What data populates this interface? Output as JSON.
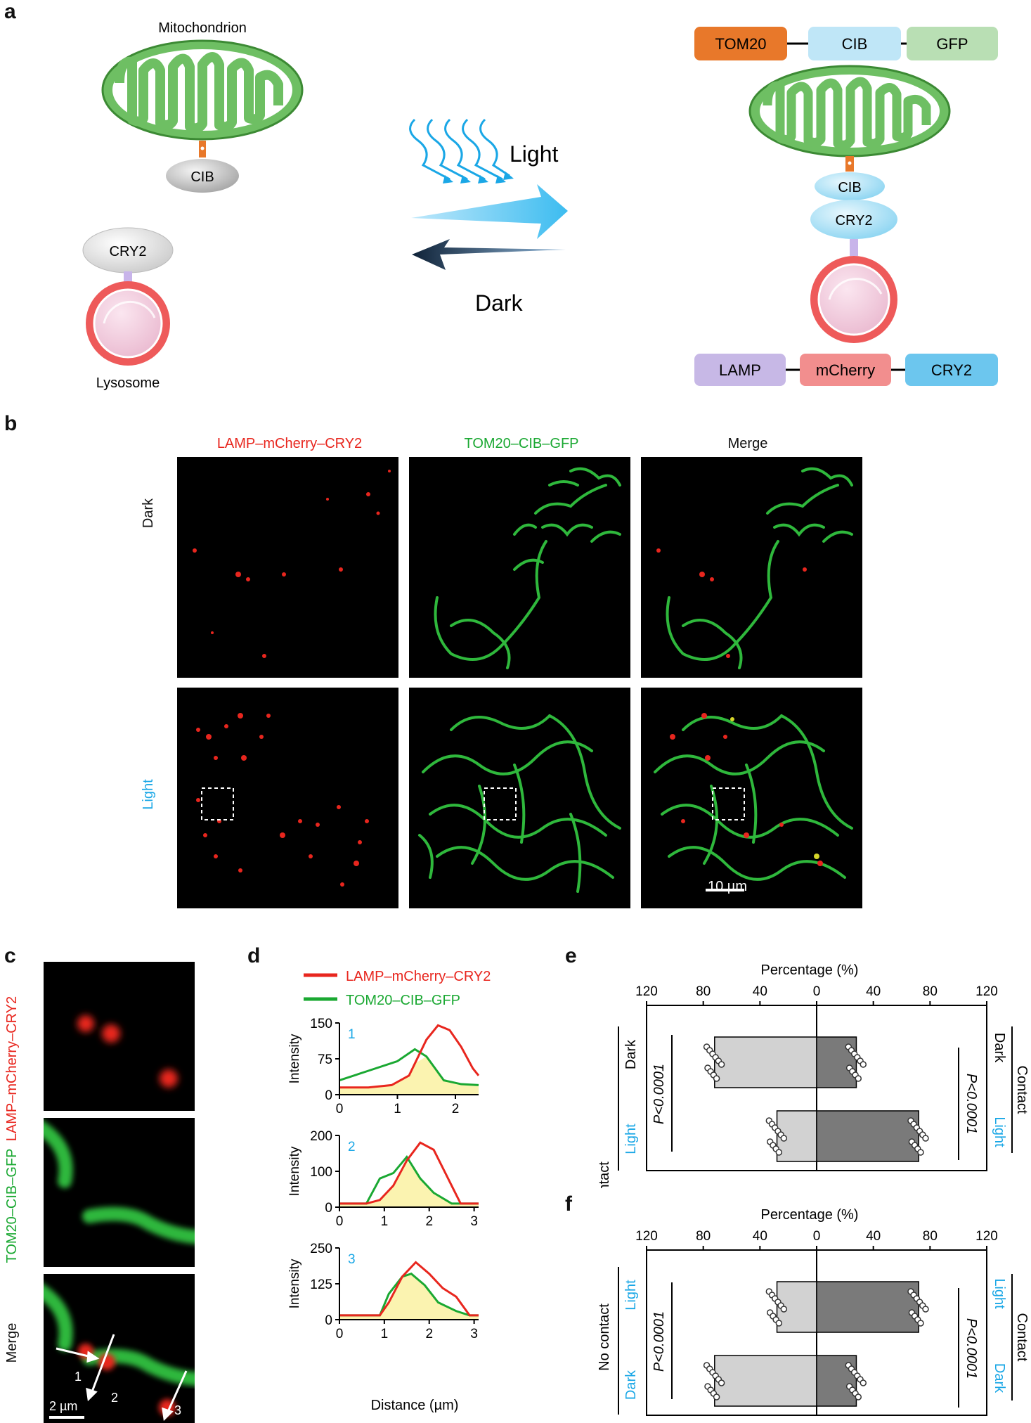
{
  "panels": {
    "a": "a",
    "b": "b",
    "c": "c",
    "d": "d",
    "e": "e",
    "f": "f"
  },
  "a": {
    "mitochondrion_label": "Mitochondrion",
    "lysosome_label": "Lysosome",
    "cib": "CIB",
    "cry2": "CRY2",
    "light": "Light",
    "dark": "Dark",
    "construct_top": [
      "TOM20",
      "CIB",
      "GFP"
    ],
    "construct_bottom": [
      "LAMP",
      "mCherry",
      "CRY2"
    ],
    "colors": {
      "tom20": "#e8782a",
      "cib": "#bfe6f7",
      "gfp": "#b9dfb4",
      "lamp": "#c7b8e6",
      "mcherry": "#f28e8e",
      "cry2": "#6cc6ee",
      "mito": "#6ebf63",
      "lyso": "#ee5a5a"
    }
  },
  "b": {
    "col_titles": [
      "LAMP–mCherry–CRY2",
      "TOM20–CIB–GFP",
      "Merge"
    ],
    "row_titles": [
      "Dark",
      "Light"
    ],
    "scale": "10 µm",
    "colors": {
      "red": "#e8261e",
      "green": "#1aa832",
      "blue": "#1aa7e6"
    }
  },
  "c": {
    "labels": [
      "LAMP–mCherry–CRY2",
      "TOM20–CIB–GFP",
      "Merge"
    ],
    "scale": "2 µm",
    "arrows": [
      "1",
      "2",
      "3"
    ]
  },
  "d": {
    "legend": [
      "LAMP–mCherry–CRY2",
      "TOM20–CIB–GFP"
    ],
    "ylabel": "Intensity",
    "xlabel": "Distance (µm)",
    "plots": [
      {
        "id": "1",
        "yticks": [
          "0",
          "75",
          "150"
        ],
        "xticks": [
          "0",
          "1",
          "2"
        ]
      },
      {
        "id": "2",
        "yticks": [
          "0",
          "100",
          "200"
        ],
        "xticks": [
          "0",
          "1",
          "2",
          "3"
        ]
      },
      {
        "id": "3",
        "yticks": [
          "0",
          "125",
          "250"
        ],
        "xticks": [
          "0",
          "1",
          "2",
          "3"
        ]
      }
    ]
  },
  "e": {
    "title": "Percentage (%)",
    "ticks": [
      "120",
      "80",
      "40",
      "0",
      "40",
      "80",
      "120"
    ],
    "rows": [
      "Dark",
      "Light"
    ],
    "left_group": "No contact",
    "right_group": "Contact",
    "pval": "P<0.0001"
  },
  "f": {
    "title": "Percentage (%)",
    "ticks": [
      "120",
      "80",
      "40",
      "0",
      "40",
      "80",
      "120"
    ],
    "rows": [
      "Light",
      "Dark"
    ],
    "left_group": "No contact",
    "right_group": "Contact",
    "pval": "P<0.0001"
  },
  "chart_data": [
    {
      "type": "line",
      "title": "1",
      "xlabel": "Distance (µm)",
      "ylabel": "Intensity",
      "ylim": [
        0,
        150
      ],
      "xlim": [
        0,
        2.4
      ],
      "series": [
        {
          "name": "LAMP–mCherry–CRY2",
          "x": [
            0,
            0.5,
            0.9,
            1.2,
            1.5,
            1.7,
            1.9,
            2.1,
            2.3,
            2.4
          ],
          "values": [
            15,
            15,
            20,
            40,
            115,
            145,
            135,
            100,
            55,
            40
          ]
        },
        {
          "name": "TOM20–CIB–GFP",
          "x": [
            0,
            0.5,
            1.0,
            1.3,
            1.5,
            1.8,
            2.1,
            2.4
          ],
          "values": [
            30,
            50,
            70,
            95,
            80,
            30,
            22,
            20
          ]
        }
      ]
    },
    {
      "type": "line",
      "title": "2",
      "xlabel": "Distance (µm)",
      "ylabel": "Intensity",
      "ylim": [
        0,
        200
      ],
      "xlim": [
        0,
        3.1
      ],
      "series": [
        {
          "name": "LAMP–mCherry–CRY2",
          "x": [
            0,
            0.6,
            0.9,
            1.2,
            1.5,
            1.8,
            2.1,
            2.5,
            2.7,
            3.1
          ],
          "values": [
            10,
            10,
            20,
            60,
            130,
            180,
            160,
            60,
            10,
            10
          ]
        },
        {
          "name": "TOM20–CIB–GFP",
          "x": [
            0,
            0.6,
            0.9,
            1.2,
            1.5,
            1.8,
            2.1,
            2.5,
            2.7,
            3.1
          ],
          "values": [
            10,
            10,
            80,
            95,
            140,
            80,
            40,
            10,
            10,
            10
          ]
        }
      ]
    },
    {
      "type": "line",
      "title": "3",
      "xlabel": "Distance (µm)",
      "ylabel": "Intensity",
      "ylim": [
        0,
        250
      ],
      "xlim": [
        0,
        3.1
      ],
      "series": [
        {
          "name": "LAMP–mCherry–CRY2",
          "x": [
            0,
            0.9,
            1.1,
            1.4,
            1.7,
            2.0,
            2.3,
            2.6,
            2.9,
            3.1
          ],
          "values": [
            15,
            15,
            60,
            150,
            200,
            160,
            110,
            80,
            15,
            15
          ]
        },
        {
          "name": "TOM20–CIB–GFP",
          "x": [
            0,
            0.9,
            1.1,
            1.4,
            1.6,
            1.9,
            2.2,
            2.6,
            2.9,
            3.1
          ],
          "values": [
            15,
            15,
            90,
            150,
            160,
            120,
            60,
            30,
            15,
            15
          ]
        }
      ]
    },
    {
      "type": "bar",
      "title": "Percentage (%)",
      "categories": [
        "Dark",
        "Light"
      ],
      "xlim": [
        -120,
        120
      ],
      "series": [
        {
          "name": "No contact",
          "values": [
            72,
            28
          ]
        },
        {
          "name": "Contact",
          "values": [
            28,
            72
          ]
        }
      ]
    },
    {
      "type": "bar",
      "title": "Percentage (%)",
      "categories": [
        "Light",
        "Dark"
      ],
      "xlim": [
        -120,
        120
      ],
      "series": [
        {
          "name": "No contact",
          "values": [
            28,
            72
          ]
        },
        {
          "name": "Contact",
          "values": [
            72,
            28
          ]
        }
      ]
    }
  ]
}
